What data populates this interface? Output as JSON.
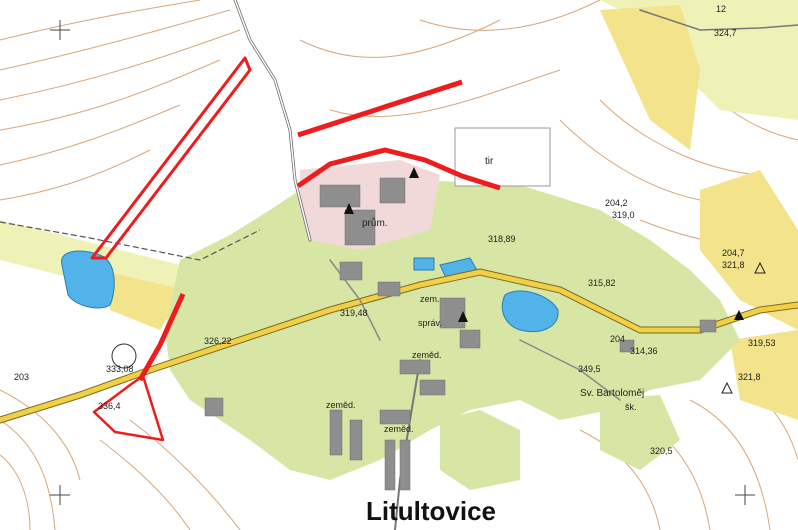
{
  "map": {
    "town_name": "Litultovice",
    "colors": {
      "paper": "#ffffff",
      "contour": "#d9a77a",
      "field": "#eef2b6",
      "meadow": "#f3e38a",
      "built": "#d7e6a4",
      "water": "#52b3e8",
      "industrial": "#f2d9d9",
      "road": "#f1d046",
      "building": "#8e8e8e",
      "plan_red": "#ee1c1c",
      "rail": "#555555"
    },
    "labels": {
      "prum": "prům.",
      "tir": "tir",
      "zem1": "zem.",
      "sprav": "správ.",
      "zemed1": "zeměd.",
      "zemed2": "zeměd.",
      "zemed3": "zeměd.",
      "sv": "Sv. Bartoloměj",
      "sk": "šk."
    },
    "heights": {
      "h1": "324,7",
      "h2": "12",
      "h3": "204,2",
      "h4": "319,0",
      "h5": "204,7",
      "h6": "321,8",
      "h7": "318,89",
      "h8": "315,82",
      "h9": "319,48",
      "h10": "326,22",
      "h11": "333,08",
      "h12": "203",
      "h13": "336,4",
      "h14": "314,36",
      "h15": "319,53",
      "h16": "349,5",
      "h17": "321,8",
      "h18": "320,5",
      "h19": "204"
    }
  }
}
